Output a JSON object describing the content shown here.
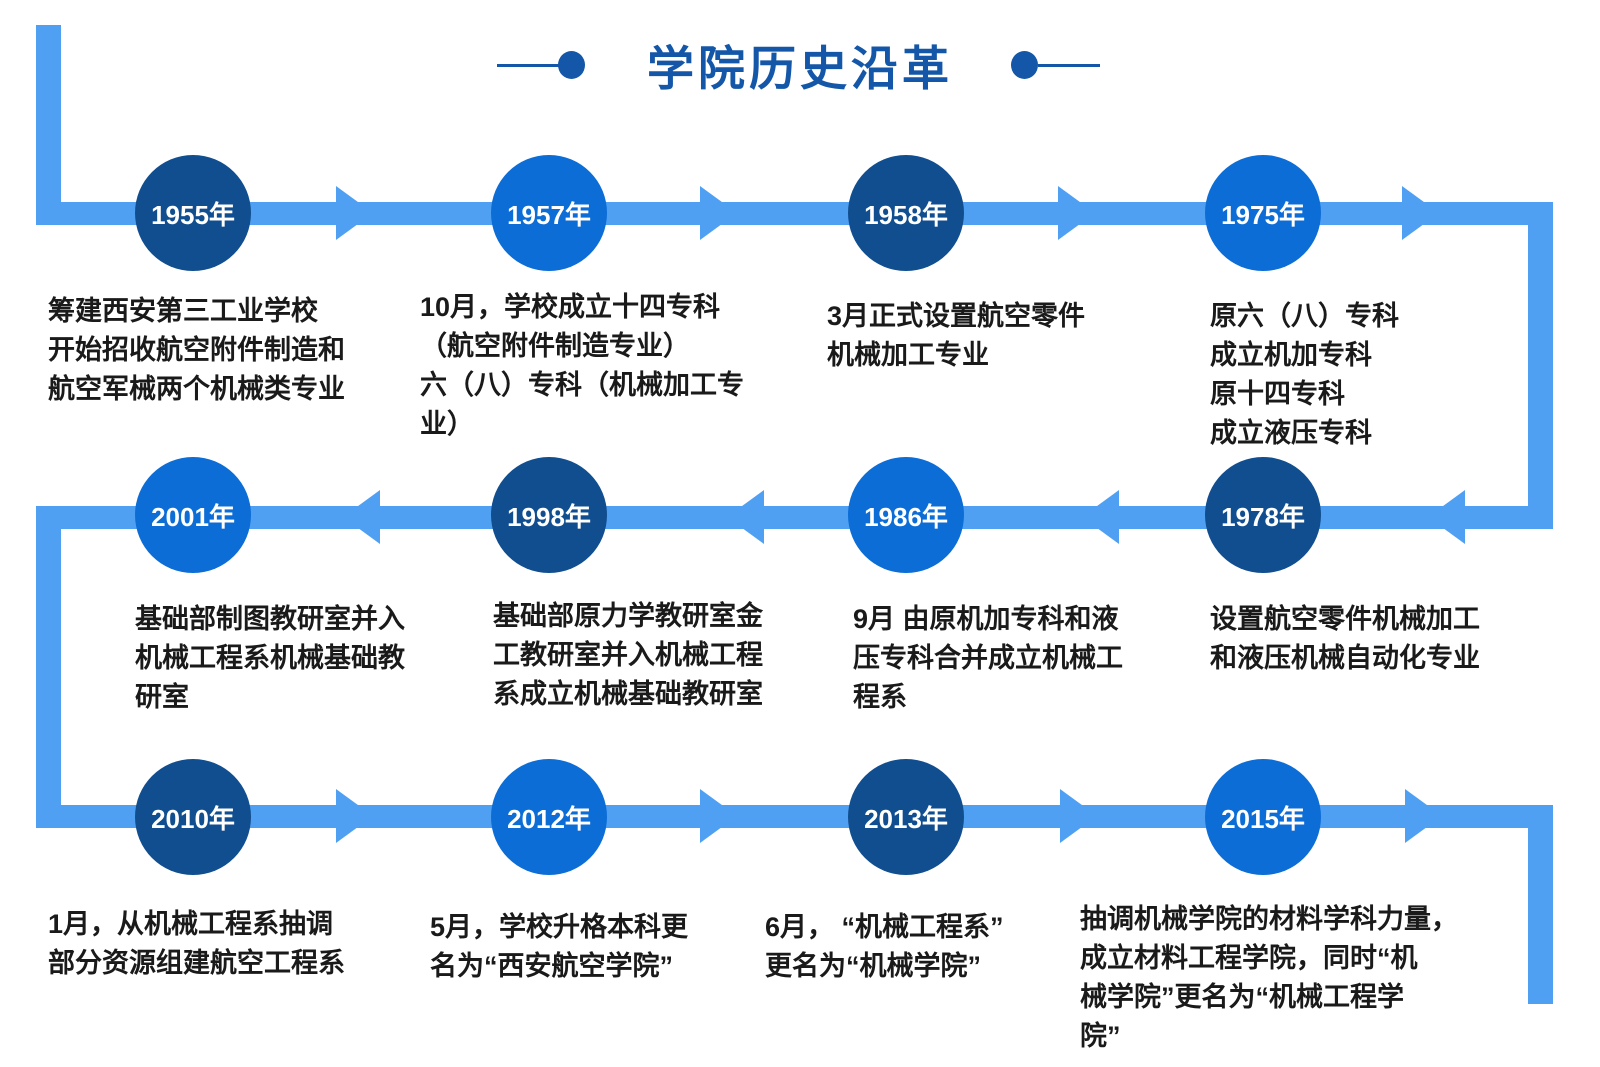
{
  "title": {
    "text": "学院历史沿革"
  },
  "colors": {
    "path_blue": "#4FA0F3",
    "node_dark_blue": "#104E8F",
    "node_bright_blue": "#0C6DD6",
    "title_blue": "#1457A8",
    "body_text": "#1a1a1a"
  },
  "events": [
    {
      "year": "1955年",
      "tone": "dark",
      "desc": "筹建西安第三工业学校\n开始招收航空附件制造和\n航空军械两个机械类专业"
    },
    {
      "year": "1957年",
      "tone": "bright",
      "desc": "10月，学校成立十四专科\n（航空附件制造专业）\n六（八）专科（机械加工专\n业）"
    },
    {
      "year": "1958年",
      "tone": "dark",
      "desc": "3月正式设置航空零件\n机械加工专业"
    },
    {
      "year": "1975年",
      "tone": "bright",
      "desc": "原六（八）专科\n成立机加专科\n原十四专科\n成立液压专科"
    },
    {
      "year": "1978年",
      "tone": "dark",
      "desc": "设置航空零件机械加工\n和液压机械自动化专业"
    },
    {
      "year": "1986年",
      "tone": "bright",
      "desc": "9月 由原机加专科和液\n压专科合并成立机械工\n程系"
    },
    {
      "year": "1998年",
      "tone": "dark",
      "desc": "基础部原力学教研室金\n工教研室并入机械工程\n系成立机械基础教研室"
    },
    {
      "year": "2001年",
      "tone": "bright",
      "desc": "基础部制图教研室并入\n机械工程系机械基础教\n研室"
    },
    {
      "year": "2010年",
      "tone": "dark",
      "desc": "1月，从机械工程系抽调\n部分资源组建航空工程系"
    },
    {
      "year": "2012年",
      "tone": "bright",
      "desc": "5月，学校升格本科更\n名为“西安航空学院”"
    },
    {
      "year": "2013年",
      "tone": "dark",
      "desc": "6月， “机械工程系”\n更名为“机械学院”"
    },
    {
      "year": "2015年",
      "tone": "bright",
      "desc": "抽调机械学院的材料学科力量，\n成立材料工程学院，同时“机\n械学院”更名为“机械工程学\n院”"
    }
  ]
}
